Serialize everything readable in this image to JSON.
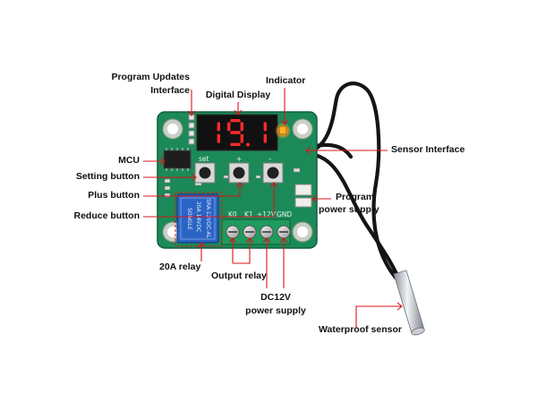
{
  "display": {
    "reading": "19.1"
  },
  "silkscreen": {
    "set": "set",
    "plus": "+",
    "minus": "–",
    "terminals": [
      "K0",
      "K1",
      "+12V",
      "GND"
    ]
  },
  "relay": {
    "brand": "SONGLE",
    "model": "SRA-12VDC-AL",
    "rating": "20A 14VDC"
  },
  "labels": {
    "program_updates": "Program Updates",
    "interface": "Interface",
    "digital_display": "Digital Display",
    "indicator": "Indicator",
    "mcu": "MCU",
    "sensor_interface": "Sensor Interface",
    "setting_button": "Setting button",
    "plus_button": "Plus button",
    "program": "Program",
    "power_supply": "power supply",
    "reduce_button": "Reduce button",
    "relay_20a": "20A relay",
    "output_relay": "Output relay",
    "dc12v": "DC12V",
    "dc12v_supply": "power supply",
    "waterproof_sensor": "Waterproof sensor"
  },
  "colors": {
    "pcb": "#1b8a58",
    "segment": "#ff2a2a",
    "callout": "#d8141a",
    "label_text": "#111111"
  }
}
